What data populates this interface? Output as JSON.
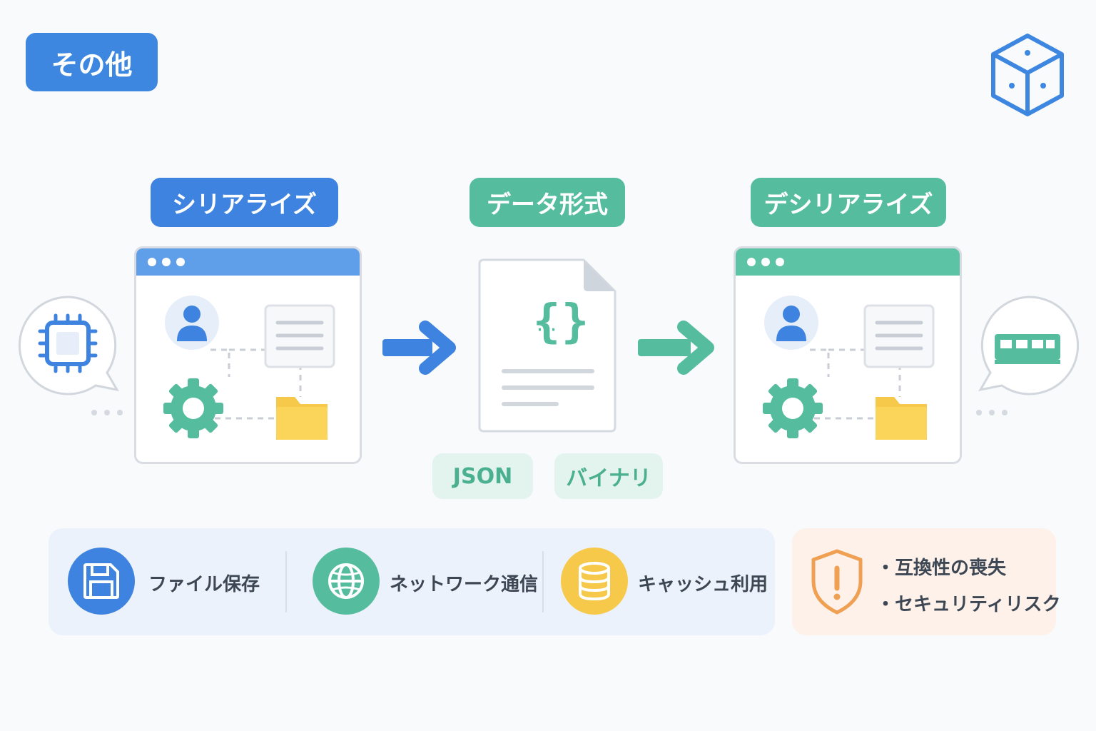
{
  "title": "その他",
  "steps": {
    "serialize": "シリアライズ",
    "format": "データ形式",
    "deserialize": "デシリアライズ"
  },
  "format_chips": [
    "JSON",
    "バイナリ"
  ],
  "features": [
    {
      "label": "ファイル保存",
      "icon": "floppy-disk-icon"
    },
    {
      "label": "ネットワーク通信",
      "icon": "globe-icon"
    },
    {
      "label": "キャッシュ利用",
      "icon": "database-icon"
    }
  ],
  "risks": [
    "・互換性の喪失",
    "・セキュリティリスク"
  ],
  "colors": {
    "blue": "#3d83df",
    "green": "#55bd9e",
    "yellow": "#f6c94a",
    "orange": "#f0a052"
  }
}
